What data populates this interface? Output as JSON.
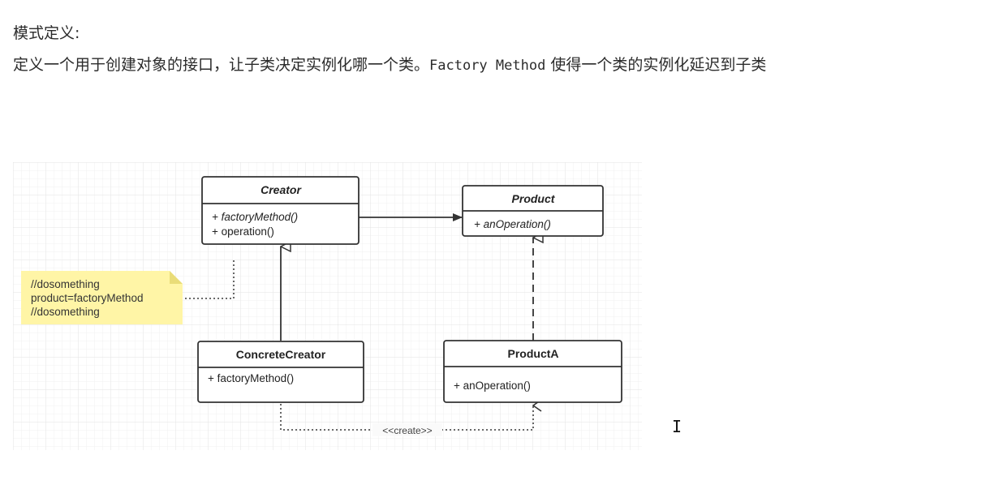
{
  "heading": "模式定义:",
  "definition": {
    "part1": "定义一个用于创建对象的接口，让子类决定实例化哪一个类。",
    "code": "Factory Method",
    "part2": " 使得一个类的实例化延迟到子类"
  },
  "diagram": {
    "creator": {
      "name": "Creator",
      "ops": [
        "+ factoryMethod()",
        "+ operation()"
      ]
    },
    "product": {
      "name": "Product",
      "ops": [
        "+ anOperation()"
      ]
    },
    "concrete_creator": {
      "name": "ConcreteCreator",
      "ops": [
        "+ factoryMethod()"
      ]
    },
    "product_a": {
      "name": "ProductA",
      "ops": [
        "+ anOperation()"
      ]
    },
    "note": {
      "lines": [
        "//dosomething",
        "product=factoryMethod",
        "//dosomething"
      ]
    },
    "create_label": "<<create>>",
    "colors": {
      "note_fill": "#fff5a6",
      "note_fold": "#e9dc78",
      "grid": "#ececec",
      "line": "#333333"
    }
  }
}
